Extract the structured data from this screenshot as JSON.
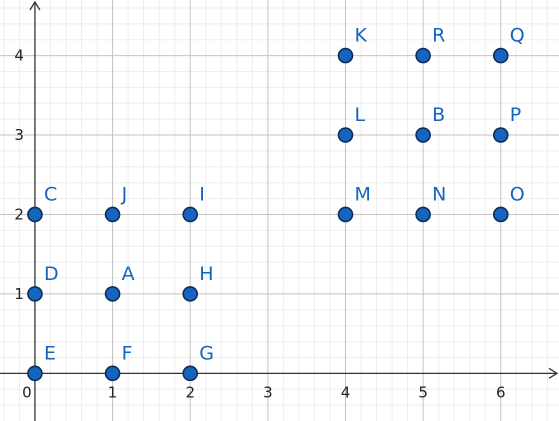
{
  "chart_data": {
    "type": "scatter",
    "title": "",
    "xlabel": "",
    "ylabel": "",
    "xlim": [
      -0.45,
      6.75
    ],
    "ylim": [
      -0.6,
      4.7
    ],
    "grid": true,
    "minor_grid_step": 0.2,
    "x_ticks": [
      0,
      1,
      2,
      3,
      4,
      5,
      6
    ],
    "y_ticks": [
      1,
      2,
      3,
      4
    ],
    "point_color": "#1565c0",
    "point_edge_color": "#0d2d57",
    "points": [
      {
        "label": "A",
        "x": 1,
        "y": 1
      },
      {
        "label": "B",
        "x": 5,
        "y": 3
      },
      {
        "label": "C",
        "x": 0,
        "y": 2
      },
      {
        "label": "D",
        "x": 0,
        "y": 1
      },
      {
        "label": "E",
        "x": 0,
        "y": 0
      },
      {
        "label": "F",
        "x": 1,
        "y": 0
      },
      {
        "label": "G",
        "x": 2,
        "y": 0
      },
      {
        "label": "H",
        "x": 2,
        "y": 1
      },
      {
        "label": "I",
        "x": 2,
        "y": 2
      },
      {
        "label": "J",
        "x": 1,
        "y": 2
      },
      {
        "label": "K",
        "x": 4,
        "y": 4
      },
      {
        "label": "L",
        "x": 4,
        "y": 3
      },
      {
        "label": "M",
        "x": 4,
        "y": 2
      },
      {
        "label": "N",
        "x": 5,
        "y": 2
      },
      {
        "label": "O",
        "x": 6,
        "y": 2
      },
      {
        "label": "P",
        "x": 6,
        "y": 3
      },
      {
        "label": "Q",
        "x": 6,
        "y": 4
      },
      {
        "label": "R",
        "x": 5,
        "y": 4
      }
    ]
  }
}
